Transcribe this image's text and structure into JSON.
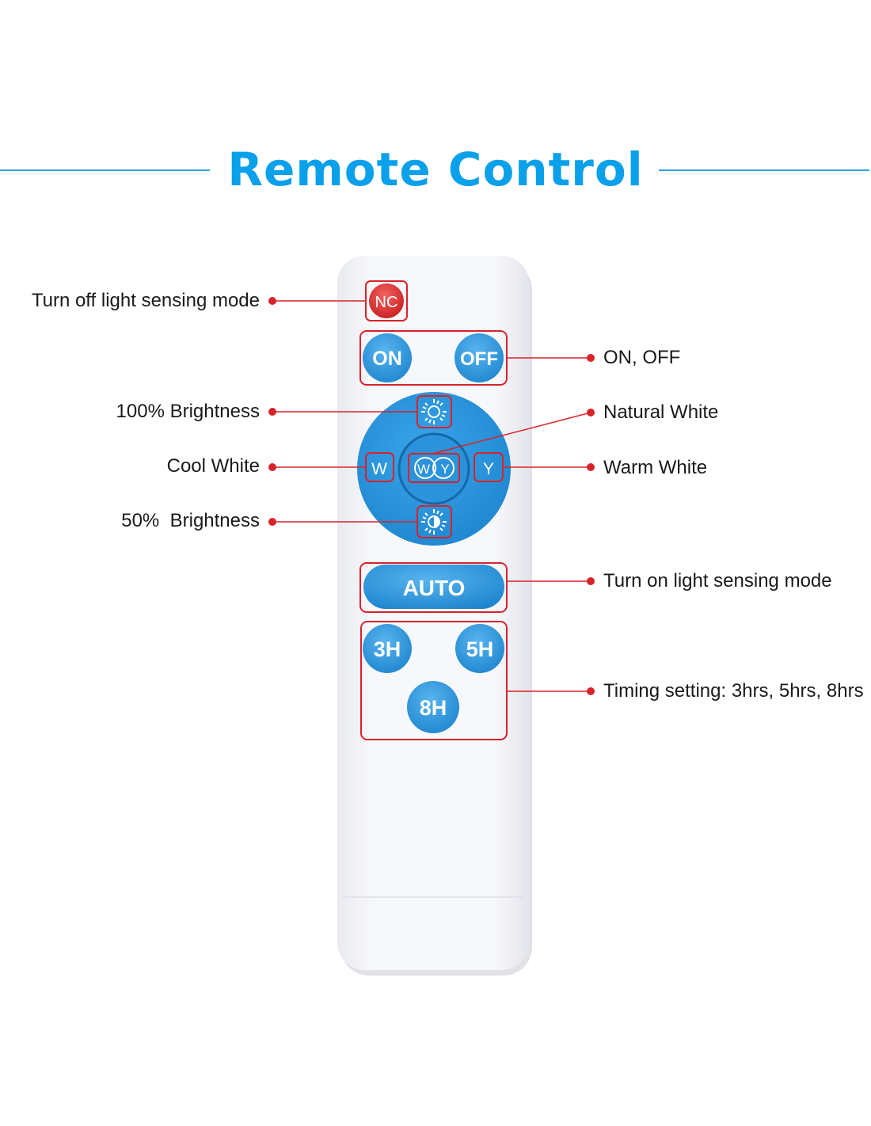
{
  "title": "Remote Control",
  "colors": {
    "title": "#0aa0ea",
    "rule": "#2aa6e6",
    "button": "#2f97dd",
    "button_text": "#ffffff",
    "nc_button": "#de2b2b",
    "callout": "#d8232a",
    "remote_body": "#f2f3f7"
  },
  "buttons": {
    "nc": "NC",
    "on": "ON",
    "off": "OFF",
    "w": "W",
    "y": "Y",
    "wy_w": "W",
    "wy_y": "Y",
    "auto": "AUTO",
    "h3": "3H",
    "h5": "5H",
    "h8": "8H"
  },
  "icons": {
    "bright_100": "sun-icon",
    "bright_50": "half-sun-icon"
  },
  "callouts": {
    "nc": "Turn off light sensing mode",
    "onoff": "ON, OFF",
    "bright100": "100% Brightness",
    "natural": "Natural White",
    "cool": "Cool White",
    "warm": "Warm White",
    "bright50": "50%  Brightness",
    "auto": "Turn on light sensing mode",
    "timer": "Timing setting: 3hrs, 5hrs, 8hrs"
  }
}
